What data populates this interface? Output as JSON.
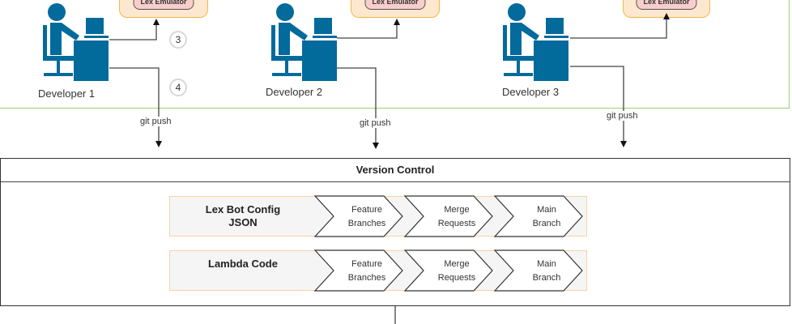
{
  "developers": [
    {
      "label": "Developer 1",
      "emulator_label": "Lex Emulator"
    },
    {
      "label": "Developer 2",
      "emulator_label": "Lex Emulator"
    },
    {
      "label": "Developer 3",
      "emulator_label": "Lex Emulator"
    }
  ],
  "steps": [
    "3",
    "4"
  ],
  "push_label": "git push",
  "version_control": {
    "title": "Version Control",
    "lanes": [
      {
        "title_line1": "Lex Bot Config",
        "title_line2": "JSON",
        "stages": [
          {
            "line1": "Feature",
            "line2": "Branches"
          },
          {
            "line1": "Merge",
            "line2": "Requests"
          },
          {
            "line1": "Main",
            "line2": "Branch"
          }
        ]
      },
      {
        "title_line1": "Lambda Code",
        "title_line2": "",
        "stages": [
          {
            "line1": "Feature",
            "line2": "Branches"
          },
          {
            "line1": "Merge",
            "line2": "Requests"
          },
          {
            "line1": "Main",
            "line2": "Branch"
          }
        ]
      }
    ]
  },
  "colors": {
    "developer_icon": "#036a9c",
    "dev_area_border": "#97d077",
    "emulator_box_fill": "#fde7cf",
    "emulator_box_border": "#f0b94a",
    "emulator_pill_fill": "#f8cecc",
    "lane_border": "#fbd0a8",
    "lane_fill": "#f5f5f5"
  }
}
